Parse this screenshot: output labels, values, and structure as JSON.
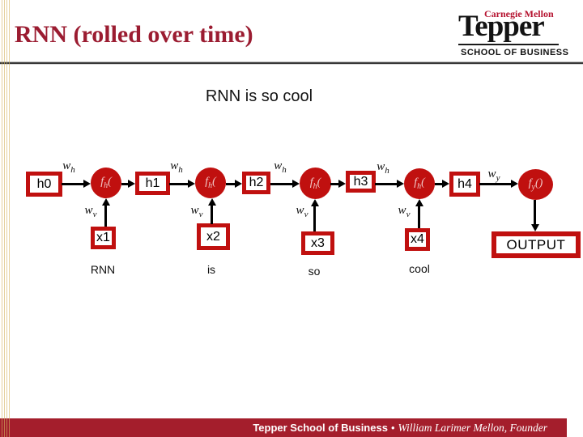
{
  "header": {
    "title": "RNN (rolled over time)",
    "logo": {
      "brand": "Carnegie Mellon",
      "name": "Tepper",
      "school": "SCHOOL OF BUSINESS"
    }
  },
  "subtitle": "RNN is so cool",
  "diagram": {
    "hidden_nodes": [
      "h0",
      "h1",
      "h2",
      "h3",
      "h4"
    ],
    "input_nodes": [
      "x1",
      "x2",
      "x3",
      "x4"
    ],
    "input_words": [
      "RNN",
      "is",
      "so",
      "cool"
    ],
    "output_label": "OUTPUT",
    "weights": {
      "wh_base": "w",
      "wh_sub": "h",
      "wv_base": "w",
      "wv_sub": "v",
      "wy_base": "w",
      "wy_sub": "y"
    },
    "functions": {
      "fh_base": "f",
      "fh_sub": "h",
      "fh_paren": "(",
      "fy_base": "f",
      "fy_sub": "y",
      "fy_paren": "()"
    }
  },
  "footer": {
    "school": "Tepper School of Business",
    "separator": "•",
    "founder": "William Larimer Mellon, Founder"
  },
  "colors": {
    "node_red": "#c0100f",
    "title_red": "#9b1c31",
    "footer_red": "#a41e2c",
    "logo_red": "#b5122f",
    "stripe_gold": "#dec271"
  }
}
